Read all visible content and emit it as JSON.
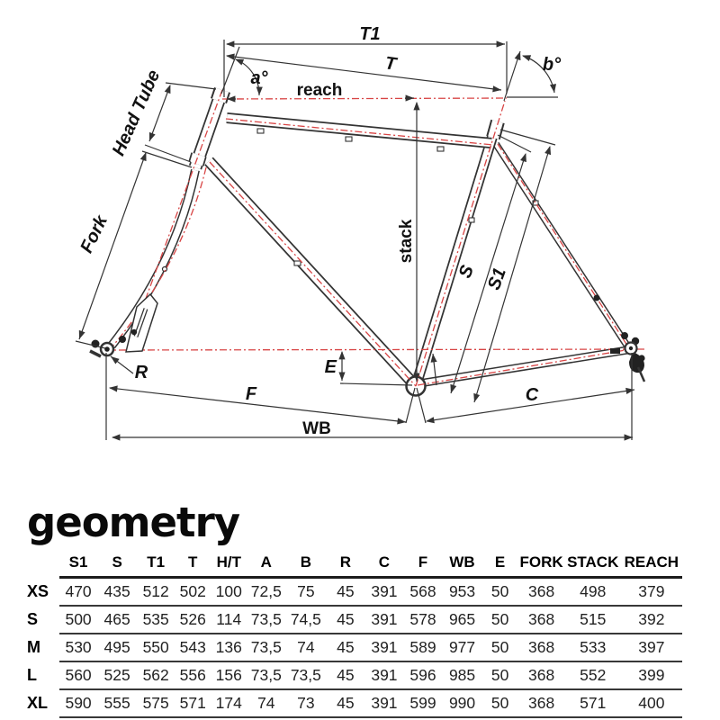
{
  "diagram": {
    "labels": {
      "t1": "T1",
      "t": "T",
      "a_deg": "a°",
      "b_deg": "b°",
      "reach": "reach",
      "head_tube": "Head Tube",
      "fork": "Fork",
      "stack": "stack",
      "s": "S",
      "s1": "S1",
      "r": "R",
      "e": "E",
      "f": "F",
      "c": "C",
      "wb": "WB"
    },
    "colors": {
      "outline": "#333333",
      "centerline": "#d84545",
      "label": "#111111"
    }
  },
  "section": {
    "title": "geometry"
  },
  "table": {
    "size_column_header": "",
    "headers": [
      "S1",
      "S",
      "T1",
      "T",
      "H/T",
      "A",
      "B",
      "R",
      "C",
      "F",
      "WB",
      "E",
      "FORK",
      "STACK",
      "REACH"
    ],
    "rows": [
      {
        "size": "XS",
        "values": [
          "470",
          "435",
          "512",
          "502",
          "100",
          "72,5",
          "75",
          "45",
          "391",
          "568",
          "953",
          "50",
          "368",
          "498",
          "379"
        ]
      },
      {
        "size": "S",
        "values": [
          "500",
          "465",
          "535",
          "526",
          "114",
          "73,5",
          "74,5",
          "45",
          "391",
          "578",
          "965",
          "50",
          "368",
          "515",
          "392"
        ]
      },
      {
        "size": "M",
        "values": [
          "530",
          "495",
          "550",
          "543",
          "136",
          "73,5",
          "74",
          "45",
          "391",
          "589",
          "977",
          "50",
          "368",
          "533",
          "397"
        ]
      },
      {
        "size": "L",
        "values": [
          "560",
          "525",
          "562",
          "556",
          "156",
          "73,5",
          "73,5",
          "45",
          "391",
          "596",
          "985",
          "50",
          "368",
          "552",
          "399"
        ]
      },
      {
        "size": "XL",
        "values": [
          "590",
          "555",
          "575",
          "571",
          "174",
          "74",
          "73",
          "45",
          "391",
          "599",
          "990",
          "50",
          "368",
          "571",
          "400"
        ]
      }
    ]
  }
}
